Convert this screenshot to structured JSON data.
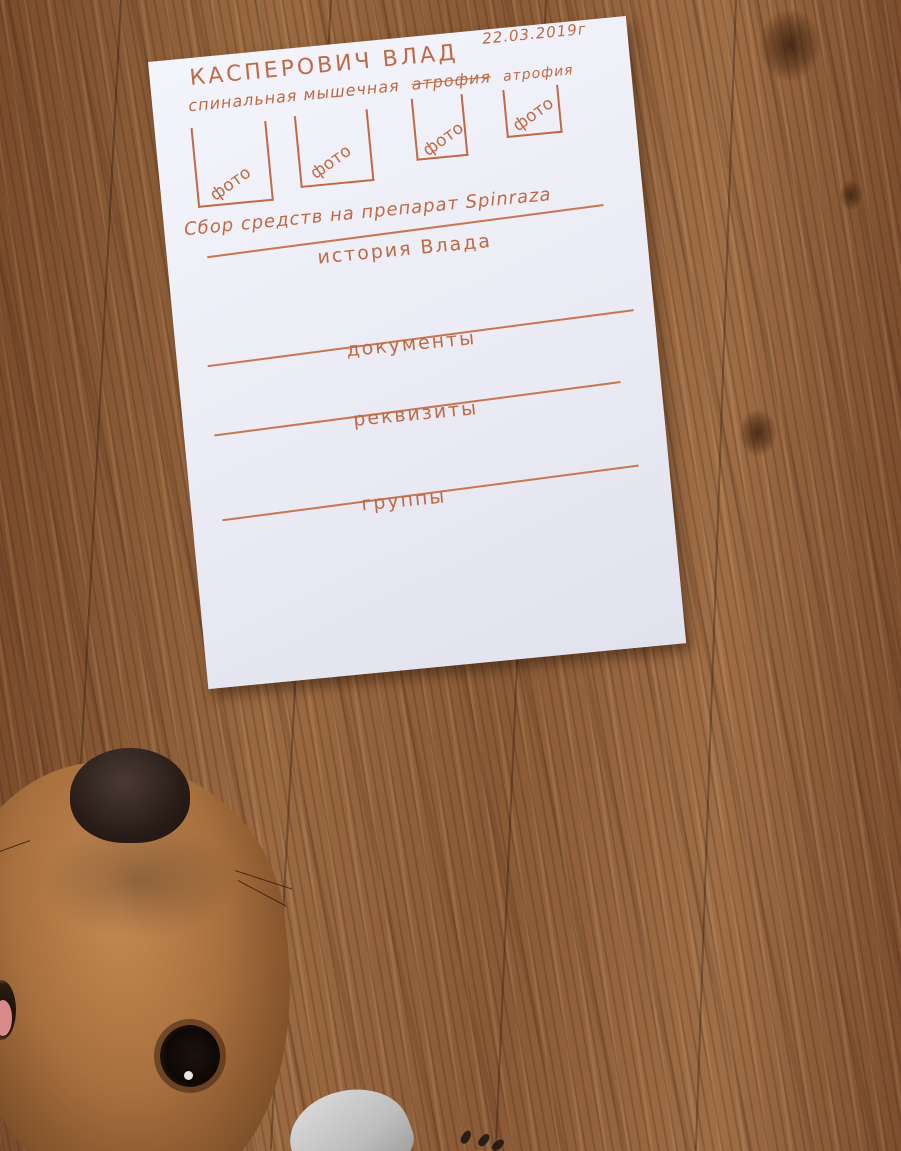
{
  "scene": {
    "description_tags": [
      "wooden-floor",
      "hand-drawn-sketch-sheet",
      "dog-head"
    ],
    "ink_color": "#c06a45",
    "paper_color": "#ececf6",
    "floor_color": "#8a5a35"
  },
  "sketch": {
    "header_name": "КАСПЕРОВИЧ ВЛАД",
    "header_date": "22.03.2019г",
    "subtitle_line_1": "спинальная мышечная",
    "subtitle_struck": "атрофия",
    "subtitle_line_2": "атрофия",
    "photo_labels": [
      "фото",
      "фото",
      "фото",
      "фото"
    ],
    "fundraising_heading": "Сбор средств на препарат Spinraza",
    "sections": [
      {
        "label": "история Влада"
      },
      {
        "label": "документы"
      },
      {
        "label": "реквизиты"
      },
      {
        "label": "группы"
      }
    ]
  }
}
